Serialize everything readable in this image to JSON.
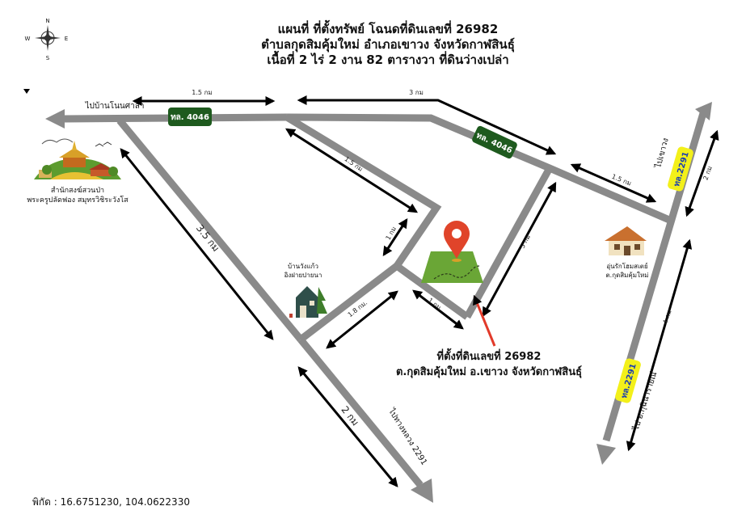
{
  "title": {
    "line1": "แผนที่ ที่ตั้งทรัพย์ โฉนดที่ดินเลขที่ 26982",
    "line2": "ตำบลกุดสิมคุ้มใหม่ อำเภอเขาวง จังหวัดกาฬสินธุ์",
    "line3": "เนื้อที่ 2 ไร่ 2 งาน 82 ตารางวา ที่ดินว่างเปล่า"
  },
  "compass": {
    "n": "N",
    "s": "S",
    "e": "E",
    "w": "W"
  },
  "roads": {
    "to_ban_non_sala": "ไปบ้านโนนศาลา",
    "route_4046_a": "ทล. 4046",
    "route_4046_b": "ทล. 4046",
    "route_2291_top": "ทล.2291",
    "route_2291_bottom": "ทล.2291",
    "to_khao_wong": "ไปเขาวง",
    "to_kuchinarai": "ไป อ.กุฉินารายณ์",
    "to_thang_luang_2291": "ไปทางหลวง 2291"
  },
  "distances": {
    "d1": "1.5 กม",
    "d2": "3 กม",
    "d3": "1.5 กม",
    "d4": "1.5 กม",
    "d5": "2 กม",
    "d6": "1 กม",
    "d7": "3.5 กม",
    "d8": "5 กม",
    "d9": "1 กม",
    "d10": "1.8 กม.",
    "d11": "4 กม",
    "d12": "2 กม"
  },
  "places": {
    "temple_line1": "สำนักสงฆ์สวนป่า",
    "temple_line2": "พระครูปลัดฟอง สมุทรวิชิระวังโส",
    "village_line1": "บ้านวังแก้ว",
    "village_line2": "อิงฝายปายนา",
    "homestay_line1": "อุ่นรักโฮมสเตย์",
    "homestay_line2": "ต.กุดสิมคุ้มใหม่"
  },
  "location": {
    "line1": "ที่ตั้งที่ดินเลขที่ 26982",
    "line2": "ต.กุดสิมคุ้มใหม่ อ.เขาวง จังหวัดกาฬสินธุ์"
  },
  "coordinates": "พิกัด : 16.6751230, 104.0622330",
  "colors": {
    "road": "#8a8a8a",
    "route_sign_green": "#1e5a1e",
    "route_sign_yellow": "#f3f01a",
    "land": "#6aa636",
    "pin": "#e0442a",
    "pointer": "#e23a2a"
  }
}
